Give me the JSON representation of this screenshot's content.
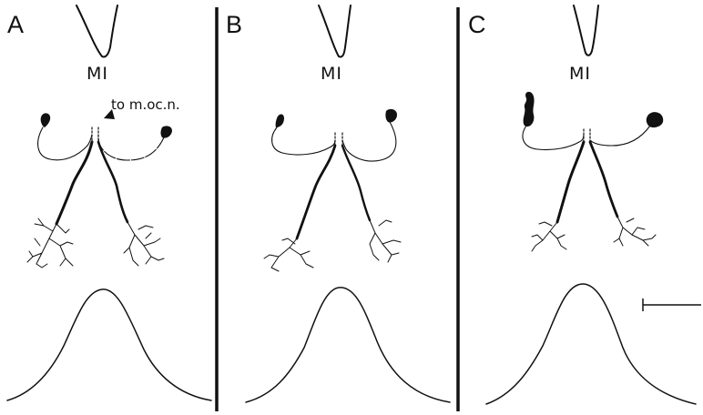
{
  "figure": {
    "panels": [
      {
        "letter": "A",
        "midline_label": "MI",
        "annotation": "to m.oc.n."
      },
      {
        "letter": "B",
        "midline_label": "MI"
      },
      {
        "letter": "C",
        "midline_label": "MI"
      }
    ]
  },
  "colors": {
    "ink": "#111111",
    "background": "#ffffff"
  }
}
